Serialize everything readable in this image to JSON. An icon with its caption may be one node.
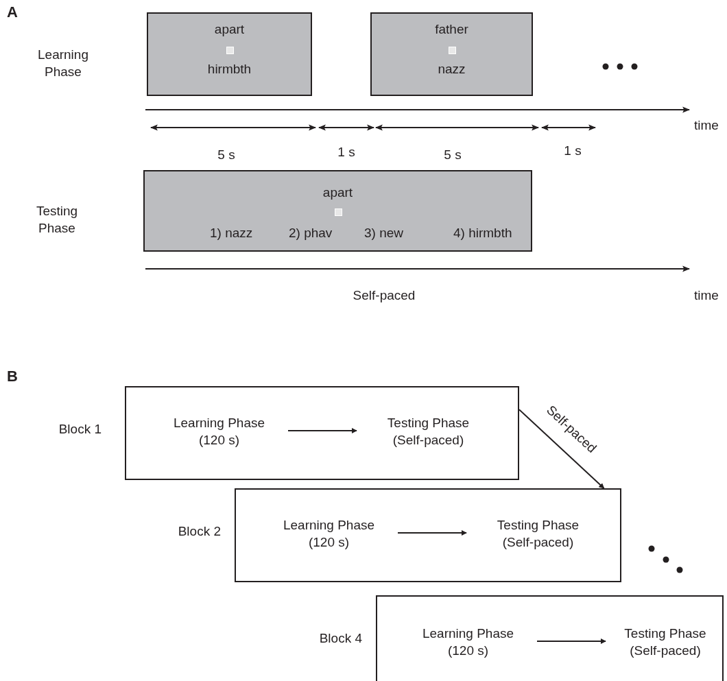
{
  "diagram": {
    "nodes": [
      {
        "text": [
          "apart",
          "hirmbth"
        ]
      },
      {
        "text": [
          "father",
          "nazz"
        ]
      },
      {
        "text": [
          "apart",
          "1) nazz",
          "2) phav",
          "3) new",
          "4) hirmbth"
        ]
      },
      {
        "text": [
          "Block 1"
        ]
      },
      {
        "text": [
          "Learning Phase (120 s)"
        ],
        "in": 3
      },
      {
        "text": [
          "Testing Phase (Self-paced)"
        ],
        "in": 3
      },
      {
        "text": [
          "Block 2"
        ]
      },
      {
        "text": [
          "Learning Phase (120 s)"
        ],
        "in": 6
      },
      {
        "text": [
          "Testing Phase (Self-paced)"
        ],
        "in": 6
      },
      {
        "text": [
          "Block 4"
        ]
      },
      {
        "text": [
          "Learning Phase (120 s)"
        ],
        "in": 9
      },
      {
        "text": [
          "Testing Phase (Self-paced)"
        ],
        "in": 9
      }
    ],
    "edges": [
      {
        "from": 4,
        "to": 5,
        "arrow": "to"
      },
      {
        "from": 7,
        "to": 8,
        "arrow": "to"
      },
      {
        "from": 10,
        "to": 11,
        "arrow": "to"
      },
      {
        "from": 3,
        "to": 6,
        "arrow": "to",
        "label": "Self-paced"
      }
    ],
    "labels": [
      "A",
      "Learning Phase",
      "time",
      "5 s",
      "1 s",
      "5 s",
      "1 s",
      "Testing Phase",
      "Self-paced",
      "time",
      "B"
    ]
  }
}
